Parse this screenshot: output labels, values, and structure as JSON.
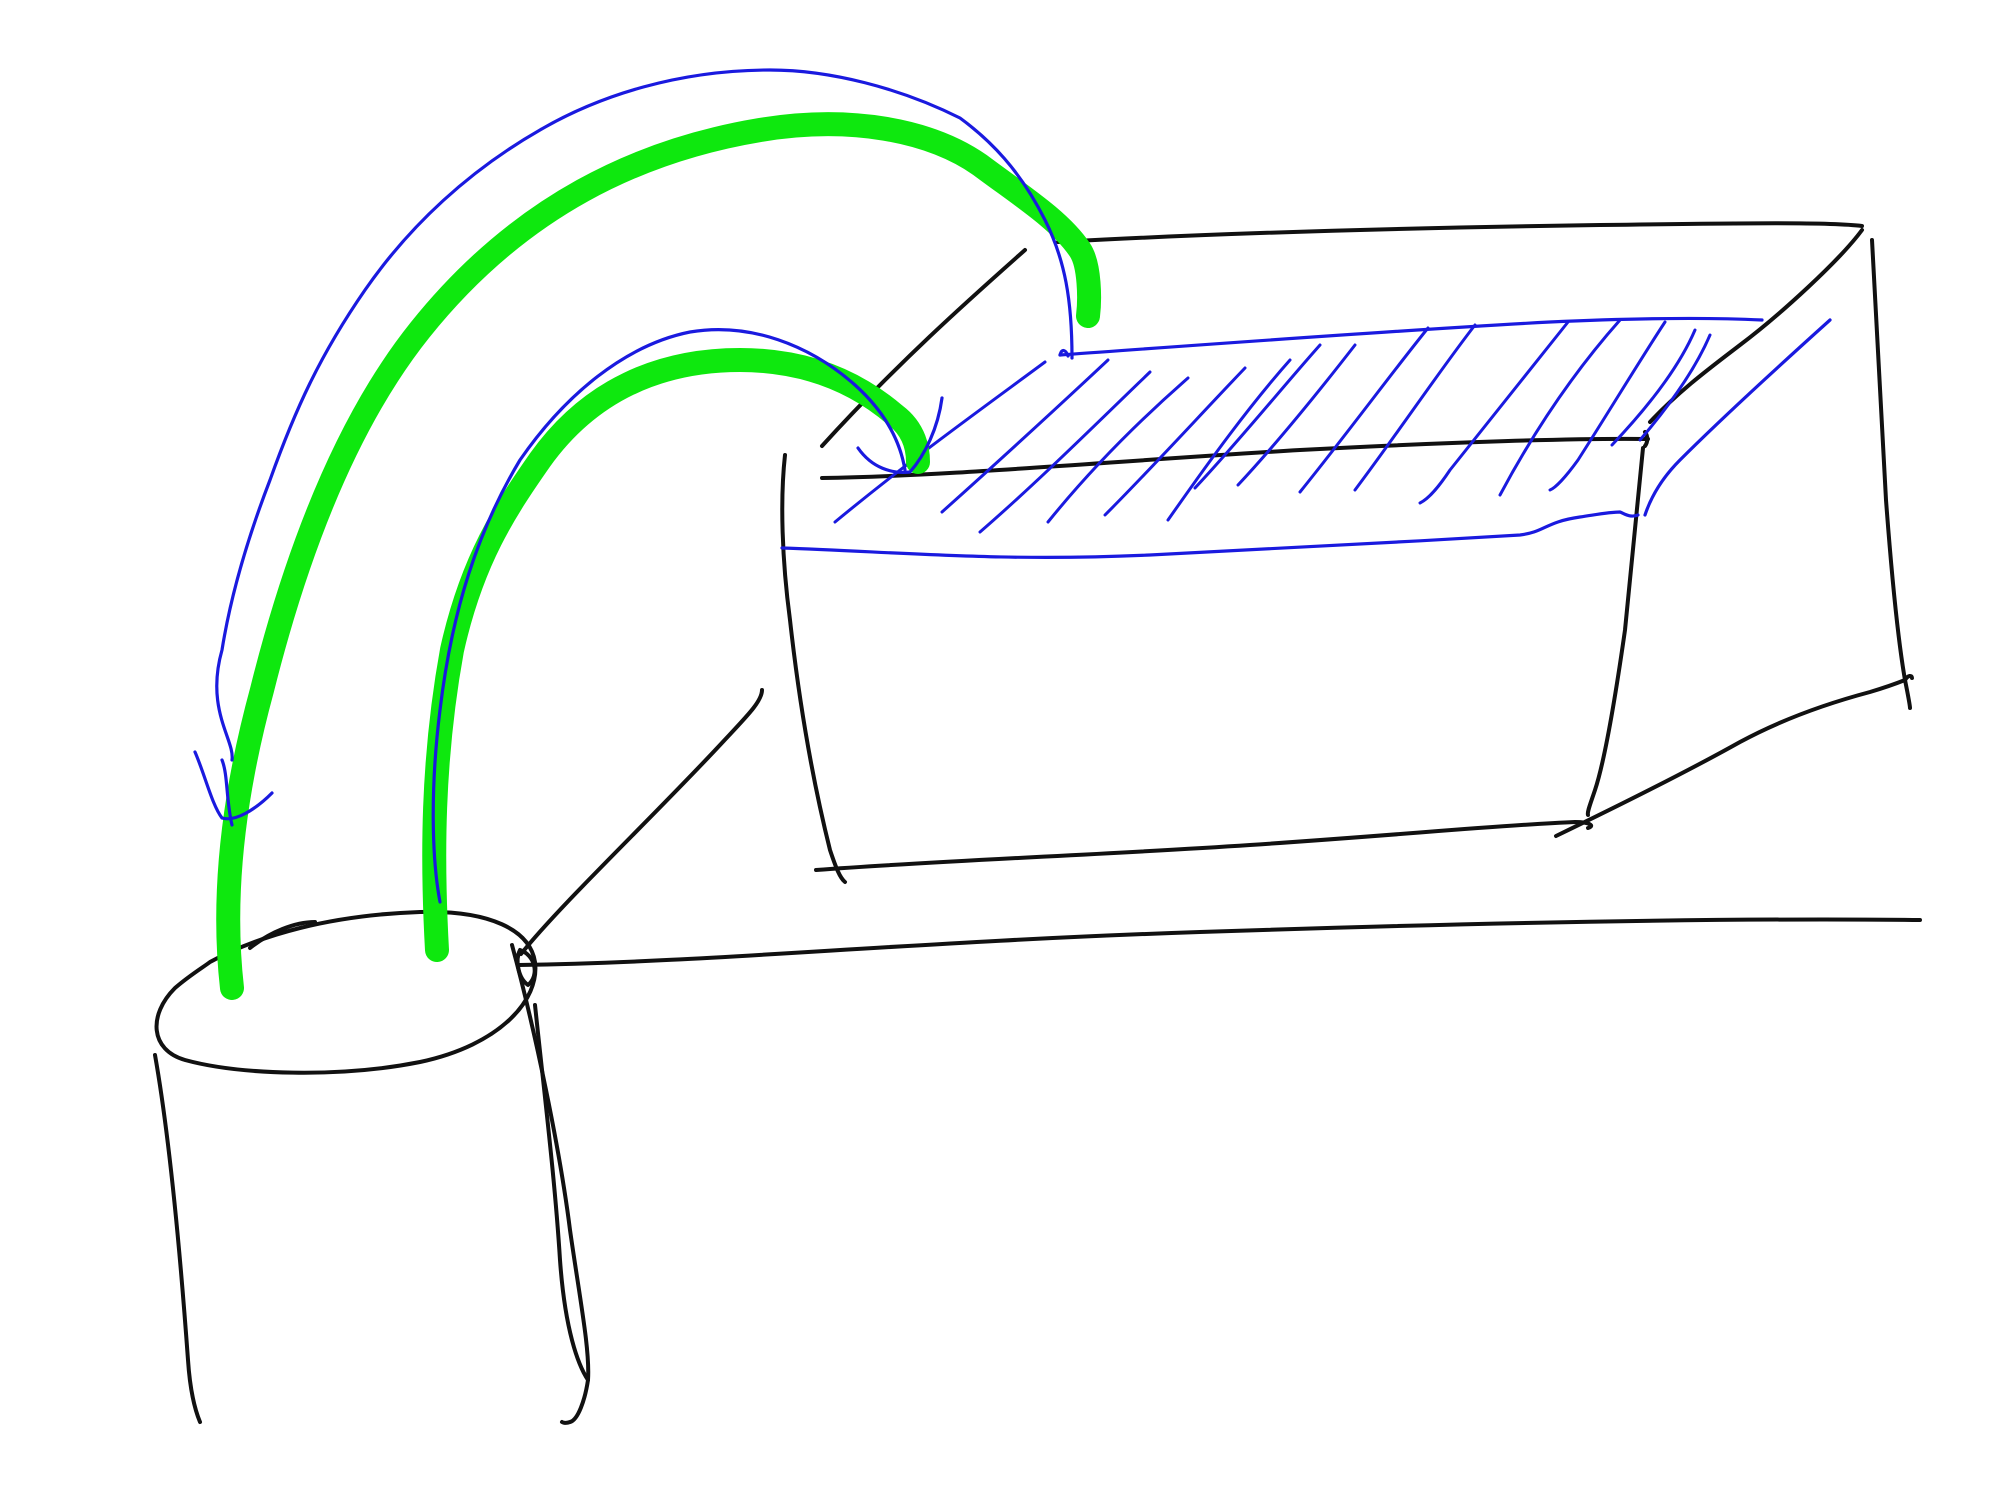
{
  "sketch": {
    "description": "",
    "colors": {
      "outline": "#111111",
      "arrow_path": "#1a1adf",
      "highlight": "#0ee80e",
      "background": "#ffffff"
    },
    "elements": [
      "cylinder",
      "table-surface",
      "box",
      "box-opening-hatched",
      "transfer-arrow-left",
      "transfer-arrow-right"
    ]
  }
}
